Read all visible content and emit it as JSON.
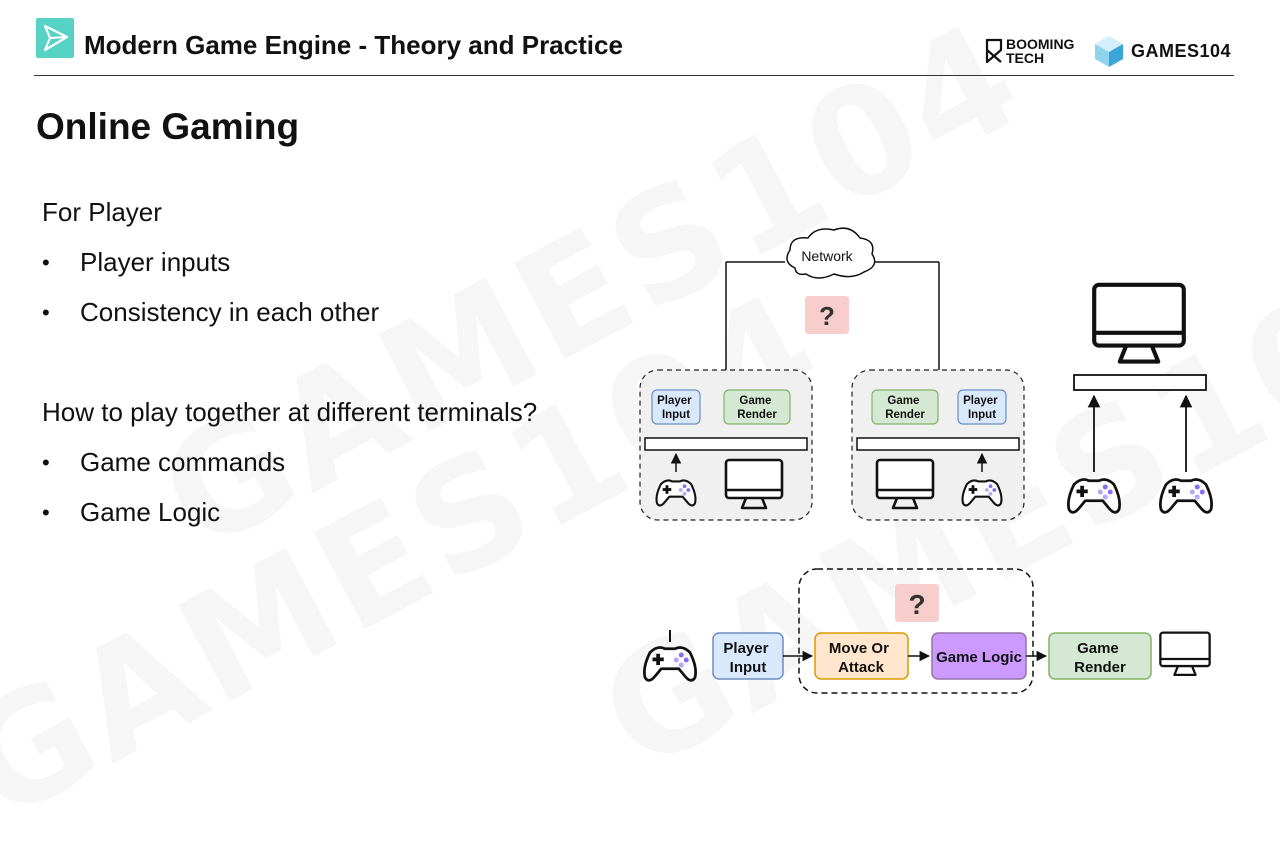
{
  "header": {
    "title": "Modern Game Engine - Theory and Practice",
    "brand_left": [
      "BOOMING",
      "TECH"
    ],
    "brand_right": "GAMES104"
  },
  "slide": {
    "title": "Online Gaming",
    "section1_heading": "For Player",
    "section1_bullets": [
      "Player inputs",
      "Consistency in each other"
    ],
    "section2_heading": "How to play together at different terminals?",
    "section2_bullets": [
      "Game commands",
      "Game Logic"
    ]
  },
  "diagram": {
    "network_label": "Network",
    "question_mark": "?",
    "left_terminal": {
      "input_label": [
        "Player",
        "Input"
      ],
      "render_label": [
        "Game",
        "Render"
      ]
    },
    "right_terminal": {
      "render_label": [
        "Game",
        "Render"
      ],
      "input_label": [
        "Player",
        "Input"
      ]
    },
    "pipeline": {
      "player_input": [
        "Player",
        "Input"
      ],
      "move_or_attack": [
        "Move Or",
        "Attack"
      ],
      "game_logic": "Game Logic",
      "game_render": [
        "Game",
        "Render"
      ]
    }
  },
  "colors": {
    "accent_teal": "#56d3c4",
    "input_fill": "#dae8fc",
    "input_stroke": "#6c8ebf",
    "render_fill": "#d5e8d4",
    "render_stroke": "#82b366",
    "attack_fill": "#ffe6cc",
    "attack_stroke": "#d79b00",
    "logic_fill": "#cc99ff",
    "logic_stroke": "#9673a6",
    "question_fill": "#f8cecc"
  }
}
